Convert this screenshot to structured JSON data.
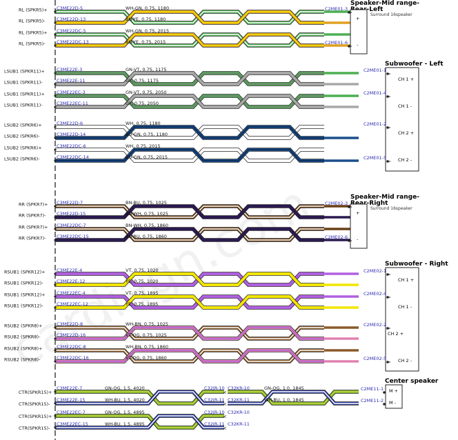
{
  "watermark": "cardiagn.com",
  "components": [
    {
      "title": "Speaker-Mid range-",
      "subtitle": "Rear-Left",
      "note": "Surround 16speaker",
      "pins": [
        "+",
        "-"
      ]
    },
    {
      "title": "Subwoofer - Left",
      "pins": [
        "CH 1 +",
        "CH 1 -",
        "CH 2 +",
        "CH 2 -"
      ]
    },
    {
      "title": "Speaker-Mid range-",
      "subtitle": "Rear-Right",
      "note": "Surround 16speaker",
      "pins": [
        "+",
        "-"
      ]
    },
    {
      "title": "Subwoofer - Right",
      "pins": [
        "CH 1 +",
        "CH 1 -",
        "CH 2 +",
        "CH 2 -"
      ]
    },
    {
      "title": "Center speaker",
      "pins": [
        "M +",
        "M -"
      ]
    }
  ],
  "wires": [
    {
      "signal": "RL (SPKR5)+",
      "conn": "C3ME22D-5",
      "spec": "WH-GN,  0.75,  1180",
      "colors": [
        "#4caf50",
        "#ffffff"
      ],
      "dest": "C2ME01-3"
    },
    {
      "signal": "RL (SPKR5)-",
      "conn": "C3ME22D-13",
      "spec": "BN-YE,  0.75,  1180",
      "colors": [
        "#e0a020",
        "#f2e600"
      ],
      "dest": ""
    },
    {
      "signal": "RL (SPKR5)+",
      "conn": "C3ME22DC-5",
      "spec": "WH-GN,  0.75,  2015",
      "colors": [
        "#4caf50",
        "#ffffff"
      ],
      "dest": ""
    },
    {
      "signal": "RL (SPKR5)-",
      "conn": "C3ME22DC-13",
      "spec": "BN-YE,  0.75,  2015",
      "colors": [
        "#e0a020",
        "#f2e600"
      ],
      "dest": "C2ME01-6"
    },
    {
      "signal": "LSUB1 (SPKR11)+",
      "conn": "C3ME22E-3",
      "spec": "GN-VT,  0.75,  1175",
      "colors": [
        "#4caf50",
        "#7a7a7a"
      ],
      "dest": "C2ME01-1"
    },
    {
      "signal": "LSUB1 (SPKR11)-",
      "conn": "C3ME22E-11",
      "spec": "GY,  0.75,  1175",
      "colors": [
        "#a8a8a8",
        "#a8a8a8"
      ],
      "dest": ""
    },
    {
      "signal": "LSUB1 (SPKR11)+",
      "conn": "C3ME22EC-3",
      "spec": "GN-VT,  0.75,  2050",
      "colors": [
        "#4caf50",
        "#7a7a7a"
      ],
      "dest": "C2ME01-4"
    },
    {
      "signal": "LSUB1 (SPKR11)-",
      "conn": "C3ME22EC-11",
      "spec": "GY,  0.75,  2050",
      "colors": [
        "#a8a8a8",
        "#a8a8a8"
      ],
      "dest": ""
    },
    {
      "signal": "LSUB2 (SPKR6)+",
      "conn": "C3ME22D-6",
      "spec": "WH,  0.75,  1180",
      "colors": [
        "#ffffff",
        "#ffffff"
      ],
      "dest": "C2ME01-2"
    },
    {
      "signal": "LSUB2 (SPKR6)-",
      "conn": "C3ME22D-14",
      "spec": "BU-GN,  0.75,  1180",
      "colors": [
        "#1c4f8c",
        "#0a2a55"
      ],
      "dest": ""
    },
    {
      "signal": "LSUB2 (SPKR6)+",
      "conn": "C3ME22DC-6",
      "spec": "WH,  0.75,  2015",
      "colors": [
        "#ffffff",
        "#ffffff"
      ],
      "dest": ""
    },
    {
      "signal": "LSUB2 (SPKR6)-",
      "conn": "C3ME22DC-14",
      "spec": "BU-GN,  0.75,  2015",
      "colors": [
        "#1c4f8c",
        "#0a2a55"
      ],
      "dest": "C2ME01-5"
    },
    {
      "signal": "RR (SPKR7)+",
      "conn": "C3ME22D-7",
      "spec": "BN-BU,  0.75,  1025",
      "colors": [
        "#6a3f15",
        "#ffffff"
      ],
      "dest": "C2ME02-3"
    },
    {
      "signal": "RR (SPKR7)-",
      "conn": "C3ME22D-15",
      "spec": "BN-WH,  0.75,  1025",
      "colors": [
        "#2a1a50",
        "#2a1a50"
      ],
      "dest": ""
    },
    {
      "signal": "RR (SPKR7)+",
      "conn": "C3ME22DC-7",
      "spec": "BN-WH,  0.75,  1860",
      "colors": [
        "#6a3f15",
        "#ffffff"
      ],
      "dest": ""
    },
    {
      "signal": "RR (SPKR7)-",
      "conn": "C3ME22DC-15",
      "spec": "BN-BU,  0.75,  1860",
      "colors": [
        "#2a1a50",
        "#2a1a50"
      ],
      "dest": "C2ME02-6"
    },
    {
      "signal": "RSUB1 (SPKR12)+",
      "conn": "C3ME22E-4",
      "spec": "VT,  0.75,  1020",
      "colors": [
        "#b060e0",
        "#b060e0"
      ],
      "dest": "C2ME02-1"
    },
    {
      "signal": "RSUB1 (SPKR12)-",
      "conn": "C3ME22E-12",
      "spec": "YE,  0.75,  1020",
      "colors": [
        "#f2e600",
        "#f2e600"
      ],
      "dest": ""
    },
    {
      "signal": "RSUB1 (SPKR12)+",
      "conn": "C3ME22EC-4",
      "spec": "VT,  0.75,  1895",
      "colors": [
        "#b060e0",
        "#b060e0"
      ],
      "dest": "C2ME02-4"
    },
    {
      "signal": "RSUB1 (SPKR12)-",
      "conn": "C3ME22EC-12",
      "spec": "YE,  0.75,  1895",
      "colors": [
        "#f2e600",
        "#f2e600"
      ],
      "dest": ""
    },
    {
      "signal": "RSUB2 (SPKR8)+",
      "conn": "C3ME22D-8",
      "spec": "WH-BN,  0.75,  1025",
      "colors": [
        "#8a5a2a",
        "#ffffff"
      ],
      "dest": "C2ME02-2"
    },
    {
      "signal": "RSUB2 (SPKR8)-",
      "conn": "C3ME22D-16",
      "spec": "VT-OG,  0.75,  1025",
      "colors": [
        "#e080b0",
        "#b060e0"
      ],
      "dest": ""
    },
    {
      "signal": "RSUB2 (SPKR8)+",
      "conn": "C3ME22DC-8",
      "spec": "WH-BN,  0.75,  1860",
      "colors": [
        "#8a5a2a",
        "#ffffff"
      ],
      "dest": ""
    },
    {
      "signal": "RSUB2 (SPKR8)-",
      "conn": "C3ME22DC-16",
      "spec": "VT-OG,  0.75,  1860",
      "colors": [
        "#e080b0",
        "#b060e0"
      ],
      "dest": "C2ME02-5"
    }
  ],
  "center": [
    {
      "signal": "CTR(SPKR15)+",
      "conn": "C3ME22E-7",
      "spec": "GN-OG,  1.5,  4020",
      "colors": [
        "#7ab020",
        "#c8d84a"
      ],
      "mid1": "C32JR-10",
      "mid2": "C32KR-10",
      "spec2": "GN-OG,  1.0,  1845",
      "dest": "C2ME11-1"
    },
    {
      "signal": "CTR(SPKR15)-",
      "conn": "C3ME22E-15",
      "spec": "WH-BU,  1.5,  4020",
      "colors": [
        "#2a3a9a",
        "#ffffff"
      ],
      "mid1": "C32JR-11",
      "mid2": "C32KR-11",
      "spec2": "WH-BU,  1.0,  1845",
      "dest": "C2ME11-2"
    },
    {
      "signal": "CTR(SPKR15)+",
      "conn": "C3ME22EC-7",
      "spec": "GN-OG,  1.5,  4895",
      "colors": [
        "#7ab020",
        "#c8d84a"
      ],
      "mid1": "C32JR-10",
      "mid2": "C32KR-10",
      "spec2": "",
      "dest": ""
    },
    {
      "signal": "CTR(SPKR15)-",
      "conn": "C3ME22EC-15",
      "spec": "WH-BU,  1.5,  4895",
      "colors": [
        "#2a3a9a",
        "#ffffff"
      ],
      "mid1": "C32JR-11",
      "mid2": "C32KR-11",
      "spec2": "",
      "dest": ""
    }
  ]
}
